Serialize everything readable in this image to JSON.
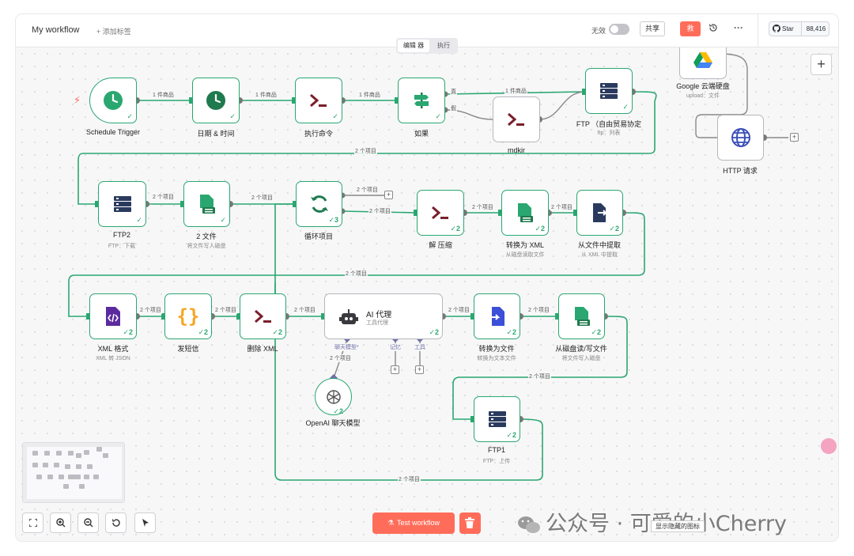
{
  "header": {
    "workflow_name": "My workflow",
    "add_tag": "+ 添加标签",
    "active_label": "无效",
    "share": "共享",
    "save": "救",
    "github_star": "Star",
    "github_count": "88,416"
  },
  "mode_tabs": {
    "editor": "编辑 器",
    "executions": "执行"
  },
  "nodes": {
    "schedule": {
      "label": "Schedule Trigger"
    },
    "datetime": {
      "label": "日期 & 时间"
    },
    "exec1": {
      "label": "执行命令"
    },
    "if": {
      "label": "如果",
      "true": "真",
      "false": "假"
    },
    "mdkir": {
      "label": "mdkir"
    },
    "ftp_top": {
      "label": "FTP （自由贸易协定",
      "sub": "ftp：列表"
    },
    "gdrive": {
      "label": "Google 云端硬盘",
      "sub": "upload：文件"
    },
    "http": {
      "label": "HTTP 请求"
    },
    "ftp2": {
      "label": "FTP2",
      "sub": "FTP：下载"
    },
    "file2": {
      "label": "2 文件",
      "sub": "将文件写入磁盘"
    },
    "loop": {
      "label": "循环项目",
      "count": "3"
    },
    "unzip": {
      "label": "解 压缩",
      "count": "2"
    },
    "toxml": {
      "label": "转换为 XML",
      "sub": "从磁盘读取文件",
      "count": "2"
    },
    "extract": {
      "label": "从文件中提取",
      "sub": "从 XML 中提取",
      "count": "2"
    },
    "xmlfmt": {
      "label": "XML 格式",
      "sub": "XML 转 JSON",
      "count": "2"
    },
    "sms": {
      "label": "发短信",
      "count": "2"
    },
    "delxml": {
      "label": "删除 XML",
      "count": "2"
    },
    "agent": {
      "label": "AI 代理",
      "sub": "工具代理",
      "count": "2",
      "port_model": "聊天模型*",
      "port_memory": "记忆",
      "port_tool": "工具"
    },
    "tofile": {
      "label": "转换为文件",
      "sub": "转换为文本文件",
      "count": "2"
    },
    "rwdisk": {
      "label": "从磁盘读/写文件",
      "sub": "将文件写入磁盘",
      "count": "2"
    },
    "openai": {
      "label": "OpenAI 聊天模型",
      "count": "2"
    },
    "ftp1": {
      "label": "FTP1",
      "sub": "FTP：上传",
      "count": "2"
    }
  },
  "edges": {
    "one_item": "1 件商品",
    "two_items": "2 个项目"
  },
  "footer": {
    "test_workflow": "Test workflow",
    "hint": "显示隐藏的图标",
    "watermark": "公众号 · 可爱的小Cherry"
  },
  "colors": {
    "accent": "#ff6d5a",
    "success": "#2aa770",
    "edge": "#2aa770"
  }
}
